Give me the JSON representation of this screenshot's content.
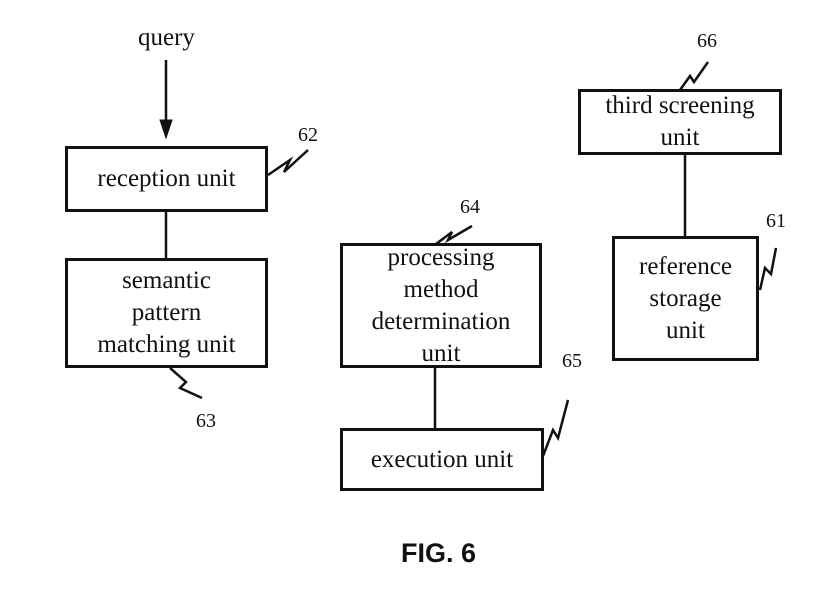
{
  "diagram": {
    "input": {
      "label": "query"
    },
    "units": [
      {
        "id": "reception",
        "label": "reception unit",
        "ref": "62"
      },
      {
        "id": "semantic",
        "label": "semantic\npattern\nmatching unit",
        "ref": "63"
      },
      {
        "id": "processing",
        "label": "processing\nmethod\ndetermination\nunit",
        "ref": "64"
      },
      {
        "id": "execution",
        "label": "execution unit",
        "ref": "65"
      },
      {
        "id": "third_screening",
        "label": "third screening\nunit",
        "ref": "66"
      },
      {
        "id": "reference_storage",
        "label": "reference\nstorage\nunit",
        "ref": "61"
      }
    ],
    "caption": "FIG. 6"
  }
}
